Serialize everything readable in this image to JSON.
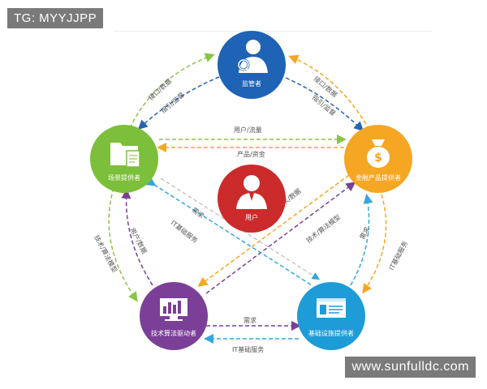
{
  "watermarks": {
    "top": "TG: MYYJJPP",
    "bottom": "www.sunfulldc.com"
  },
  "nodes": {
    "regulator": {
      "label": "监管者",
      "icon": "person-magnifier-icon",
      "color": "#1e63b5"
    },
    "finance": {
      "label": "金融产品提供者",
      "icon": "money-bag-icon",
      "color": "#f5a623"
    },
    "scenario": {
      "label": "场景提供者",
      "icon": "folder-document-icon",
      "color": "#7cbf3a"
    },
    "user": {
      "label": "用户",
      "icon": "user-icon",
      "color": "#cc2b2b"
    },
    "tech": {
      "label": "技术算法驱动者",
      "icon": "monitor-chart-icon",
      "color": "#7b3f98"
    },
    "infra": {
      "label": "基础设施提供者",
      "icon": "server-window-icon",
      "color": "#1e9cd8"
    }
  },
  "edges": {
    "scenario_reg_up": "接口/数据",
    "reg_scenario_down": "指引/监督",
    "finance_reg_up": "接口/数据",
    "reg_finance_down": "指引/监督",
    "scenario_finance": "用户/流量",
    "finance_scenario": "产品/资金",
    "user_scenario": "需求",
    "infra_scenario": "IT基础服务",
    "user_finance": "需求/数据",
    "finance_tech": "技术/算法模型",
    "scenario_tech_a": "技术/算法模型",
    "scenario_tech_b": "用户/数据",
    "finance_infra_a": "需求",
    "finance_infra_b": "IT基础服务",
    "tech_infra": "需求",
    "infra_tech": "IT基础服务"
  }
}
